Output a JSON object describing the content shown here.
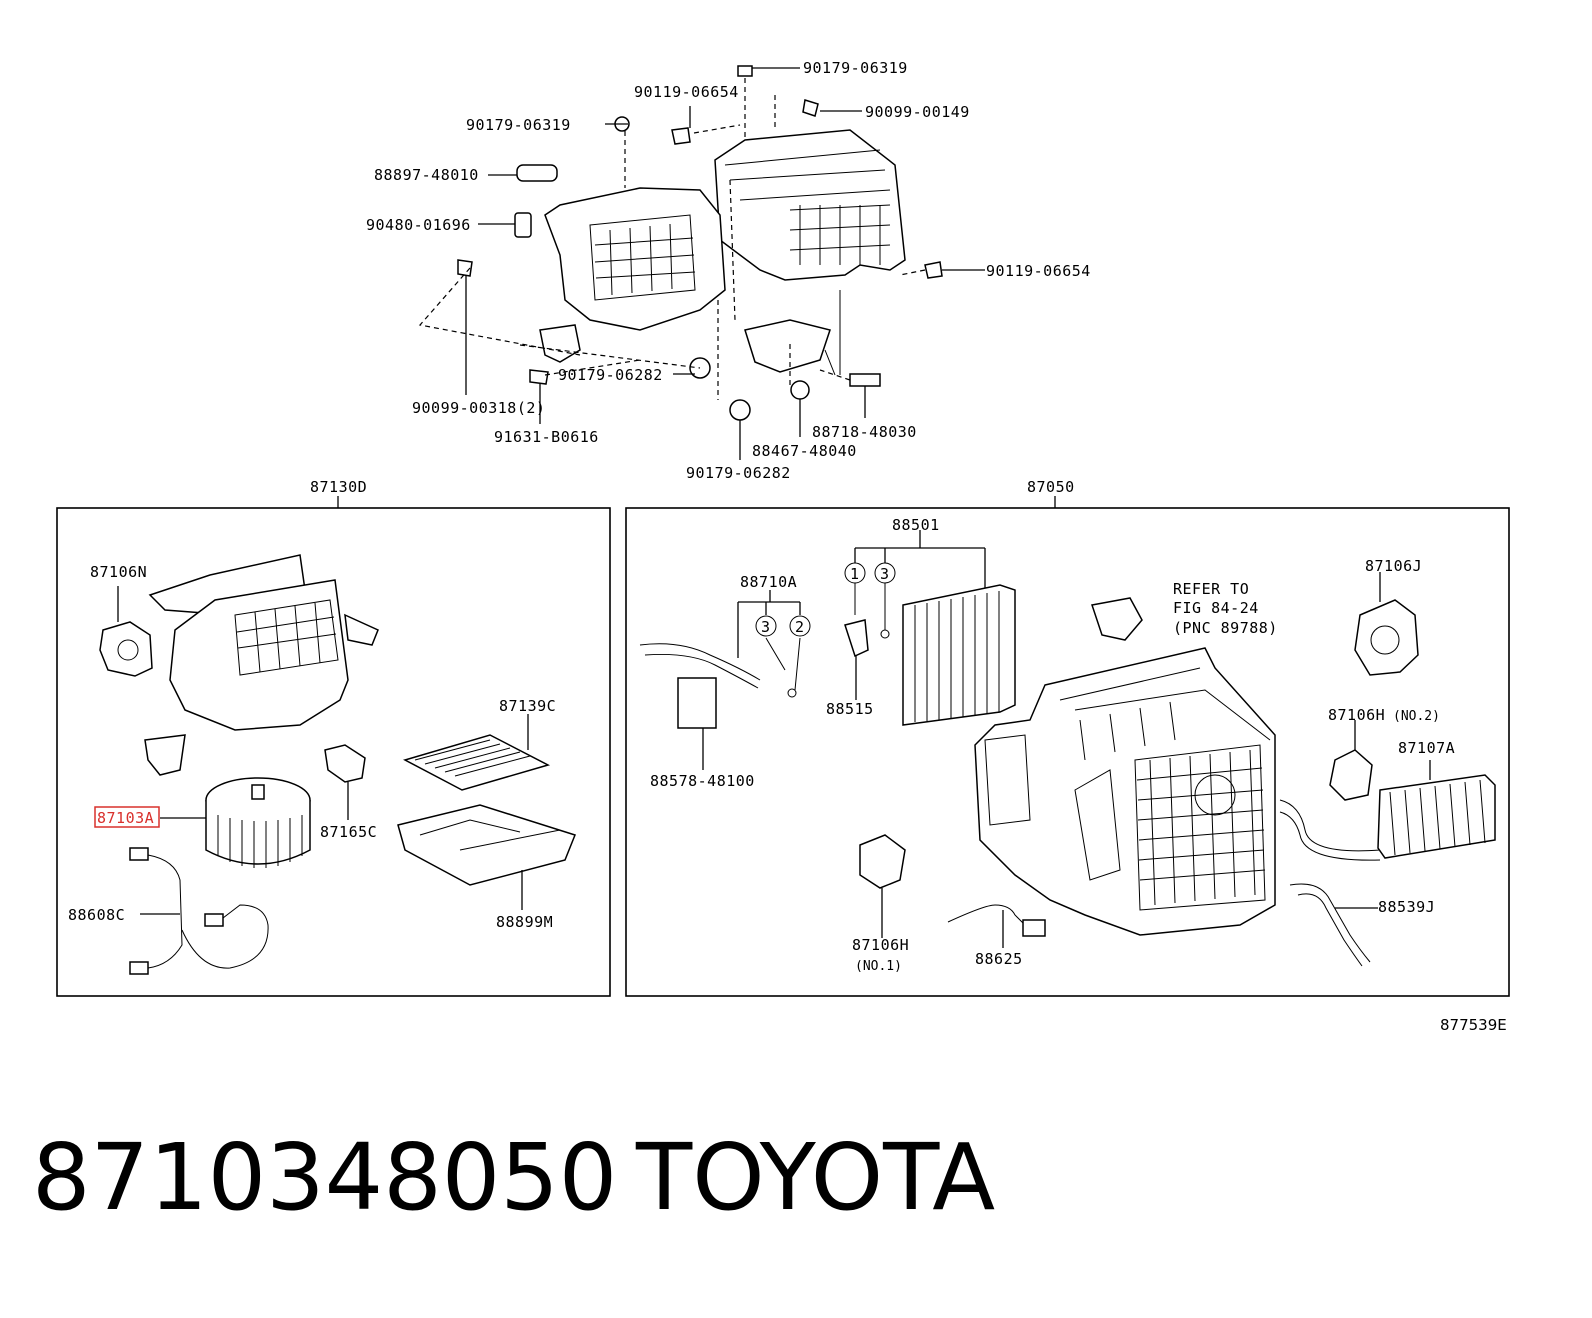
{
  "diagram": {
    "fig_code": "877539E",
    "groups": {
      "left": "87130D",
      "right": "87050"
    },
    "labels": {
      "l_90179_06319_top": "90179-06319",
      "l_90119_06654_top": "90119-06654",
      "l_90099_00149": "90099-00149",
      "l_90179_06319_left": "90179-06319",
      "l_88897_48010": "88897-48010",
      "l_90480_01696": "90480-01696",
      "l_90119_06654_right": "90119-06654",
      "l_90179_06282_mid": "90179-06282",
      "l_90099_00318": "90099-00318(2)",
      "l_91631_b0616": "91631-B0616",
      "l_88718_48030": "88718-48030",
      "l_88467_48040": "88467-48040",
      "l_90179_06282_bot": "90179-06282",
      "l_87106n": "87106N",
      "l_87139c": "87139C",
      "l_87103a": "87103A",
      "l_87165c": "87165C",
      "l_88608c": "88608C",
      "l_88899m": "88899M",
      "l_88501": "88501",
      "l_88710a": "88710A",
      "l_88515": "88515",
      "l_88578_48100": "88578-48100",
      "l_refer1": "REFER TO",
      "l_refer2": "FIG 84-24",
      "l_refer3": "(PNC 89788)",
      "l_87106j": "87106J",
      "l_87106h_no2": "87106H",
      "l_no2": "(NO.2)",
      "l_87107a": "87107A",
      "l_88539j": "88539J",
      "l_87106h_no1": "87106H",
      "l_no1": "(NO.1)",
      "l_88625": "88625"
    },
    "circles": {
      "c1": "1",
      "c3a": "3",
      "c3b": "3",
      "c2": "2"
    },
    "highlight_color": "#d9302c"
  },
  "footer": {
    "part_number": "8710348050",
    "brand": "TOYOTA"
  }
}
